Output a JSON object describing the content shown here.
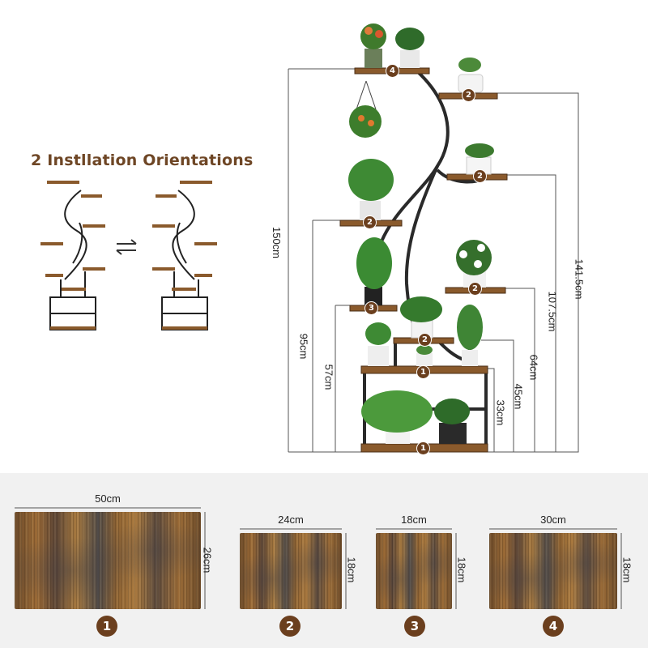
{
  "title": "2 Instllation Orientations",
  "swap_icon": "swap-arrows-icon",
  "heights": {
    "total": "150cm",
    "h141": "141.5cm",
    "h107": "107.5cm",
    "h95": "95cm",
    "h64": "64cm",
    "h57": "57cm",
    "h45": "45cm",
    "h33": "33cm"
  },
  "shelf_badges": {
    "top": "4",
    "right_top": "2",
    "right_mid": "2",
    "left_mid": "2",
    "right_low": "2",
    "left_low": "3",
    "center_low": "2",
    "tier1": "1",
    "base": "1"
  },
  "boards": [
    {
      "number": "1",
      "width": "50cm",
      "height": "26cm"
    },
    {
      "number": "2",
      "width": "24cm",
      "height": "18cm"
    },
    {
      "number": "3",
      "width": "18cm",
      "height": "18cm"
    },
    {
      "number": "4",
      "width": "30cm",
      "height": "18cm"
    }
  ],
  "colors": {
    "badge": "#6b3f1e",
    "title": "#6e4625",
    "frame": "#2a2a2a"
  }
}
